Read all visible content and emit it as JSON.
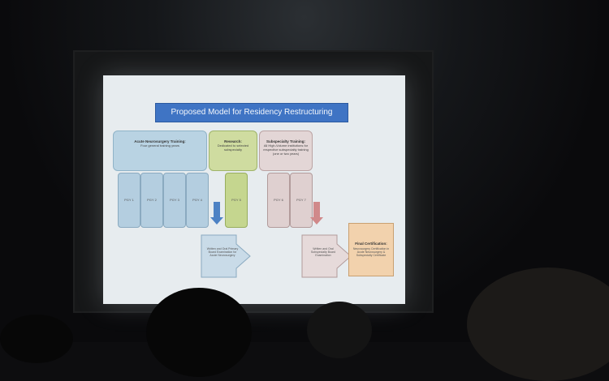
{
  "slide": {
    "title": "Proposed Model for Residency Restructuring",
    "acute": {
      "heading": "Acute Neurosurgery Training:",
      "text": "Four general training years"
    },
    "research": {
      "heading": "Research:",
      "text": "Dedicated to selected subspecialty"
    },
    "subspecialty": {
      "heading": "Subspecialty Training:",
      "text": "All High-Volume institutions for respective subspecialty training (one or two years)"
    },
    "pgy": [
      "PGY 1",
      "PGY 2",
      "PGY 3",
      "PGY 4",
      "PGY 5",
      "PGY 6",
      "PGY 7"
    ],
    "exam_acute": "Written and Oral Primary Board Examination for Acute Neurosurgery",
    "exam_sub": "Written and Oral Subspecialty Board Examination",
    "final": {
      "heading": "Final Certification:",
      "text": "Neurosurgery Certification in Acute Neurosurgery & Subspecialty Certificate"
    }
  },
  "colors": {
    "title_bar": "#3f74c4",
    "acute": "#b9d3e3",
    "research": "#cfdca0",
    "subspecialty": "#e3d6d6",
    "final": "#f2d2ad"
  }
}
